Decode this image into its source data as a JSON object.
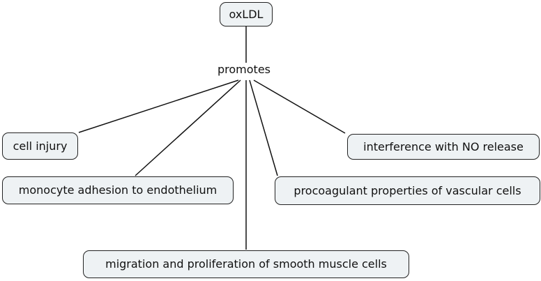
{
  "concept_map": {
    "root": {
      "label": "oxLDL"
    },
    "linking_phrase": "promotes",
    "children": [
      {
        "label": "cell injury"
      },
      {
        "label": "interference with NO release"
      },
      {
        "label": "monocyte adhesion to endothelium"
      },
      {
        "label": "procoagulant properties of vascular cells"
      },
      {
        "label": "migration and proliferation of smooth muscle cells"
      }
    ]
  },
  "colors": {
    "node_fill": "#eef2f4",
    "node_border": "#222222",
    "connector": "#111111",
    "background": "#ffffff"
  }
}
